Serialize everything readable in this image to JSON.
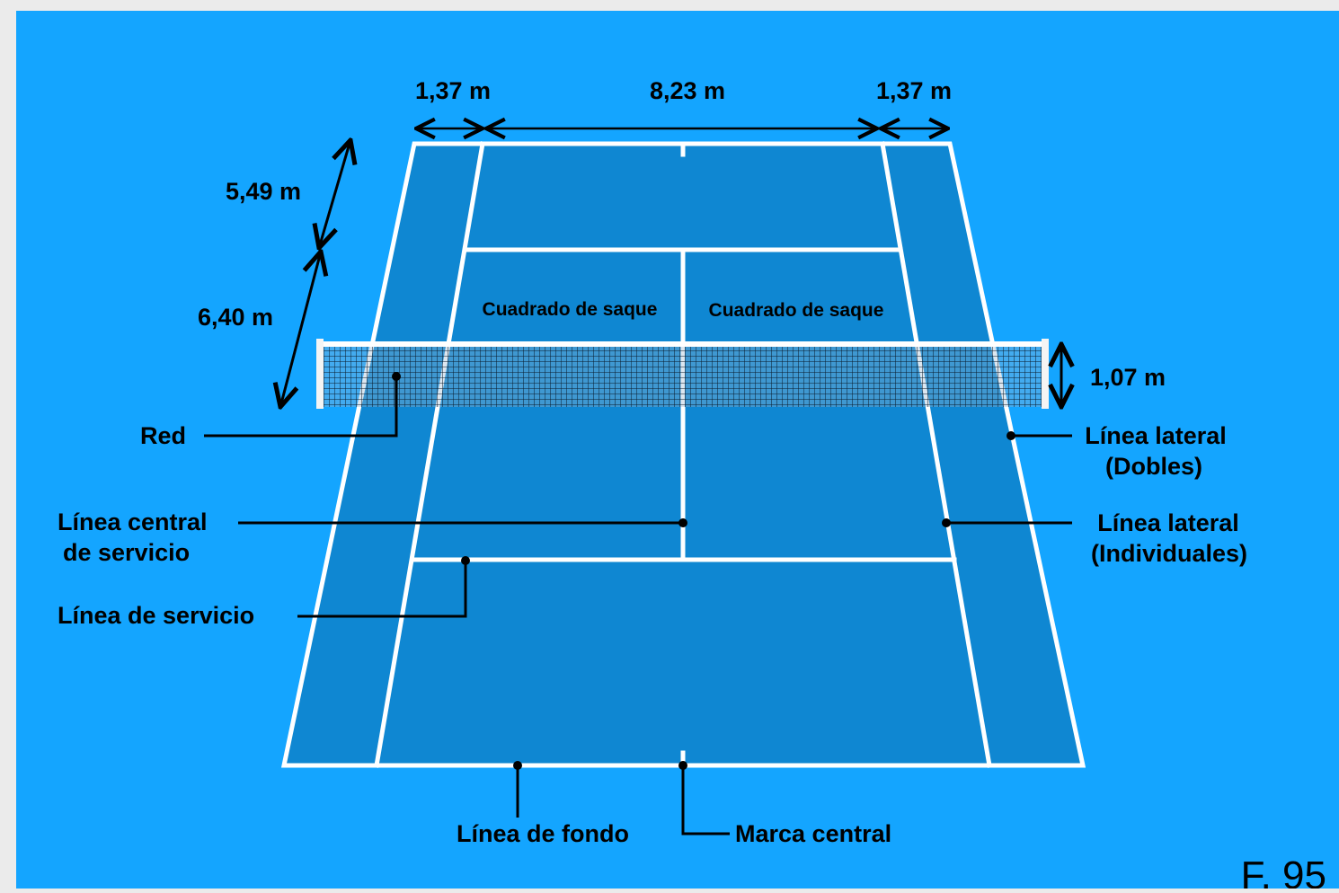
{
  "colors": {
    "background": "#14a5ff",
    "court": "#0f87d2",
    "lines": "#ffffff",
    "annotation": "#000000",
    "page_margin": "#ebebeb"
  },
  "dimensions": {
    "doubles_alley_left": "1,37 m",
    "singles_width": "8,23 m",
    "doubles_alley_right": "1,37 m",
    "back_zone_depth": "5,49 m",
    "service_box_depth": "6,40 m",
    "net_height": "1,07 m"
  },
  "areas": {
    "service_box_left": "Cuadrado de saque",
    "service_box_right": "Cuadrado de saque"
  },
  "labels": {
    "net": "Red",
    "doubles_sideline_line1": "Línea lateral",
    "doubles_sideline_line2": "(Dobles)",
    "center_service_line_line1": "Línea central",
    "center_service_line_line2": "de servicio",
    "singles_sideline_line1": "Línea lateral",
    "singles_sideline_line2": "(Individuales)",
    "service_line": "Línea de servicio",
    "baseline": "Línea de fondo",
    "center_mark": "Marca central"
  },
  "figure_number": "F. 95"
}
